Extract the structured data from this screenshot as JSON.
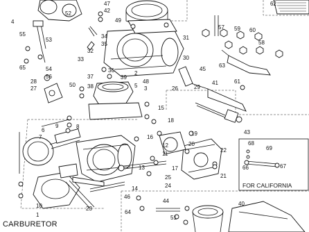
{
  "caption": "CARBURETOR",
  "california_label": "FOR CALIFORNIA",
  "callouts": [
    "1",
    "2",
    "3",
    "4",
    "5",
    "6",
    "7",
    "8",
    "9",
    "10",
    "11",
    "12",
    "13",
    "14",
    "15",
    "16",
    "17",
    "18",
    "19",
    "20",
    "21",
    "22",
    "23",
    "24",
    "25",
    "26",
    "27",
    "28",
    "29",
    "30",
    "31",
    "32",
    "33",
    "34",
    "35",
    "36",
    "37",
    "38",
    "39",
    "40",
    "41",
    "42",
    "43",
    "44",
    "45",
    "46",
    "47",
    "48",
    "49",
    "50",
    "51",
    "52",
    "53",
    "54",
    "55",
    "56",
    "57",
    "58",
    "59",
    "60",
    "61",
    "62",
    "63",
    "64",
    "65",
    "66",
    "67",
    "68",
    "69"
  ]
}
